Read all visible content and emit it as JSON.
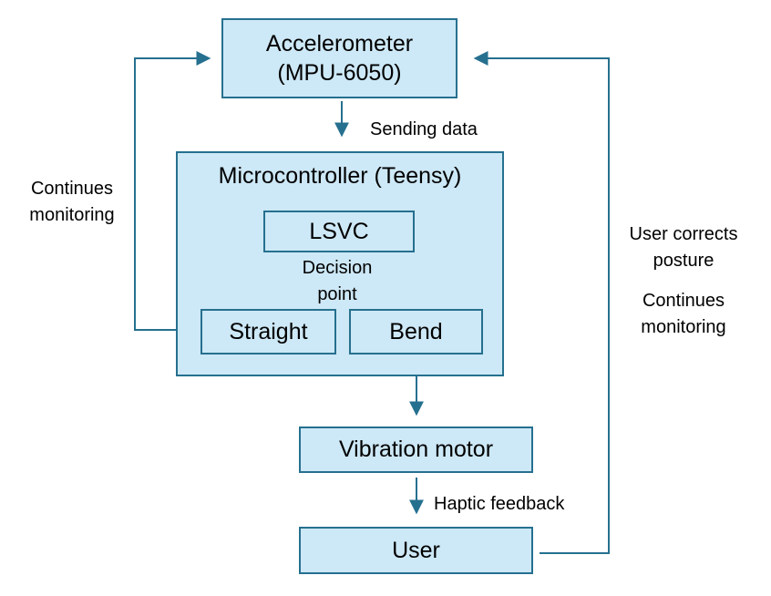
{
  "diagram": {
    "nodes": {
      "accelerometer": "Accelerometer\n(MPU-6050)",
      "microcontroller": "Microcontroller (Teensy)",
      "lsvc": "LSVC",
      "straight": "Straight",
      "bend": "Bend",
      "vibration_motor": "Vibration motor",
      "user": "User"
    },
    "labels": {
      "sending_data": "Sending data",
      "decision_point": "Decision\npoint",
      "haptic_feedback": "Haptic feedback",
      "left_loop": "Continues\nmonitoring",
      "right_loop_top": "User corrects\nposture",
      "right_loop_bottom": "Continues\nmonitoring"
    },
    "colors": {
      "box_fill": "#cde8f6",
      "line": "#26708f",
      "text": "#000000",
      "background": "#ffffff"
    }
  }
}
